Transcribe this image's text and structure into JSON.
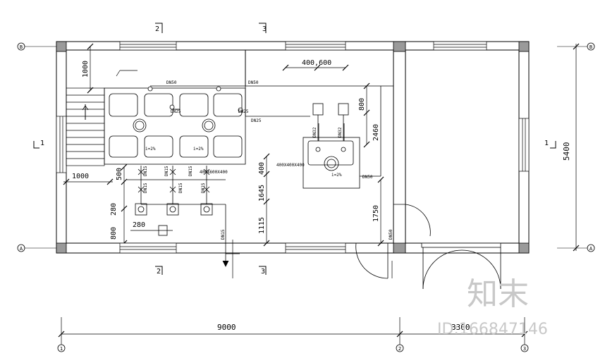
{
  "axes": {
    "A": "A",
    "B": "B",
    "n1": "1",
    "n2": "2",
    "n3": "3"
  },
  "sections": {
    "s1_left": "1",
    "s1_right": "1",
    "s2_top": "2",
    "s2_bottom": "2",
    "s3_top": "3",
    "s3_bottom": "3"
  },
  "dims": {
    "overall_left": "9000",
    "overall_right": "3300",
    "height_right": "5400",
    "d1000_top": "1000",
    "d1000_left": "1000",
    "d400_600": "400,600",
    "d800_right": "800",
    "d2460": "2460",
    "d1750": "1750",
    "d500": "500",
    "d800_left": "800",
    "d280_v": "280",
    "d280_h": "280",
    "d1645": "1645",
    "d400_v": "400",
    "d1115": "1115"
  },
  "pipes": {
    "dn50_top_a": "DN50",
    "dn50_top_b": "DN50",
    "dn25_a": "DN25",
    "dn25_b": "DN25",
    "dn25_c": "DN25",
    "dn15_a": "DN15",
    "dn15_b": "DN15",
    "dn15_c": "DN15",
    "dn15_d": "DN15",
    "dn15_e": "DN15",
    "dn15_f": "DN15",
    "dn15_drop": "DN15",
    "dn32_a": "DN32",
    "dn32_b": "DN32",
    "dn50_right": "DN50",
    "dn50_door": "DN50"
  },
  "tanks": {
    "tank1_size": "400X600X400",
    "tank2_size": "400X400X400",
    "slope1": "i=2%",
    "slope2": "i=2%",
    "slope3": "i=2%"
  },
  "watermark": {
    "brand": "知末",
    "id": "ID:166847146"
  }
}
